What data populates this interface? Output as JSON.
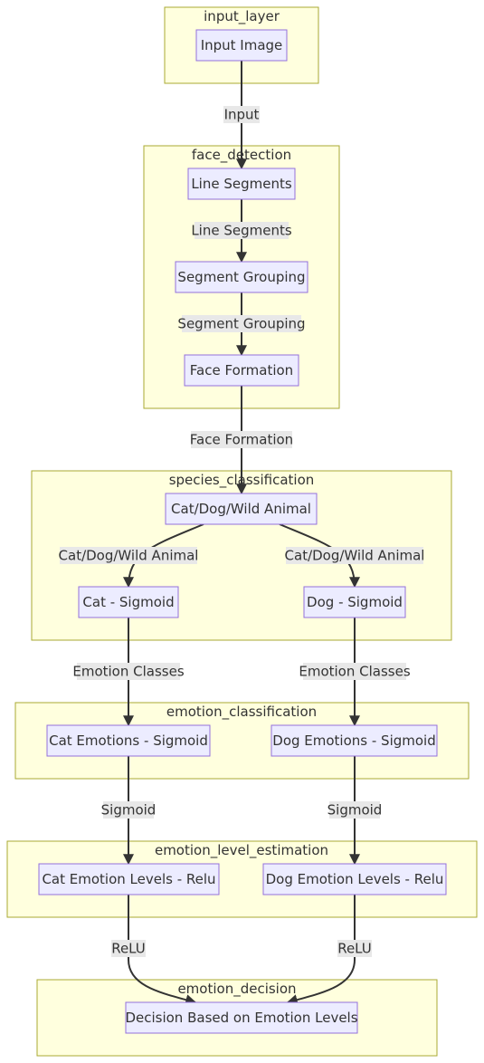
{
  "clusters": {
    "input_layer": "input_layer",
    "face_detection": "face_detection",
    "species_classification": "species_classification",
    "emotion_classification": "emotion_classification",
    "emotion_level_estimation": "emotion_level_estimation",
    "emotion_decision": "emotion_decision"
  },
  "nodes": {
    "input_image": "Input Image",
    "line_segments": "Line Segments",
    "segment_grouping": "Segment Grouping",
    "face_formation": "Face Formation",
    "species": "Cat/Dog/Wild Animal",
    "cat_sigmoid": "Cat - Sigmoid",
    "dog_sigmoid": "Dog - Sigmoid",
    "cat_emotions": "Cat Emotions - Sigmoid",
    "dog_emotions": "Dog Emotions - Sigmoid",
    "cat_levels": "Cat Emotion Levels - Relu",
    "dog_levels": "Dog Emotion Levels - Relu",
    "decision": "Decision Based on Emotion Levels"
  },
  "edges": {
    "input": "Input",
    "line_segments": "Line Segments",
    "segment_grouping": "Segment Grouping",
    "face_formation": "Face Formation",
    "species_left": "Cat/Dog/Wild Animal",
    "species_right": "Cat/Dog/Wild Animal",
    "emotion_classes_left": "Emotion Classes",
    "emotion_classes_right": "Emotion Classes",
    "sigmoid_left": "Sigmoid",
    "sigmoid_right": "Sigmoid",
    "relu_left": "ReLU",
    "relu_right": "ReLU"
  },
  "colors": {
    "cluster_fill": "#ffffde",
    "cluster_stroke": "#aaaa33",
    "node_fill": "#ececff",
    "node_stroke": "#9370db",
    "edge": "#333333",
    "edge_label_bg": "#e8e8e8"
  }
}
